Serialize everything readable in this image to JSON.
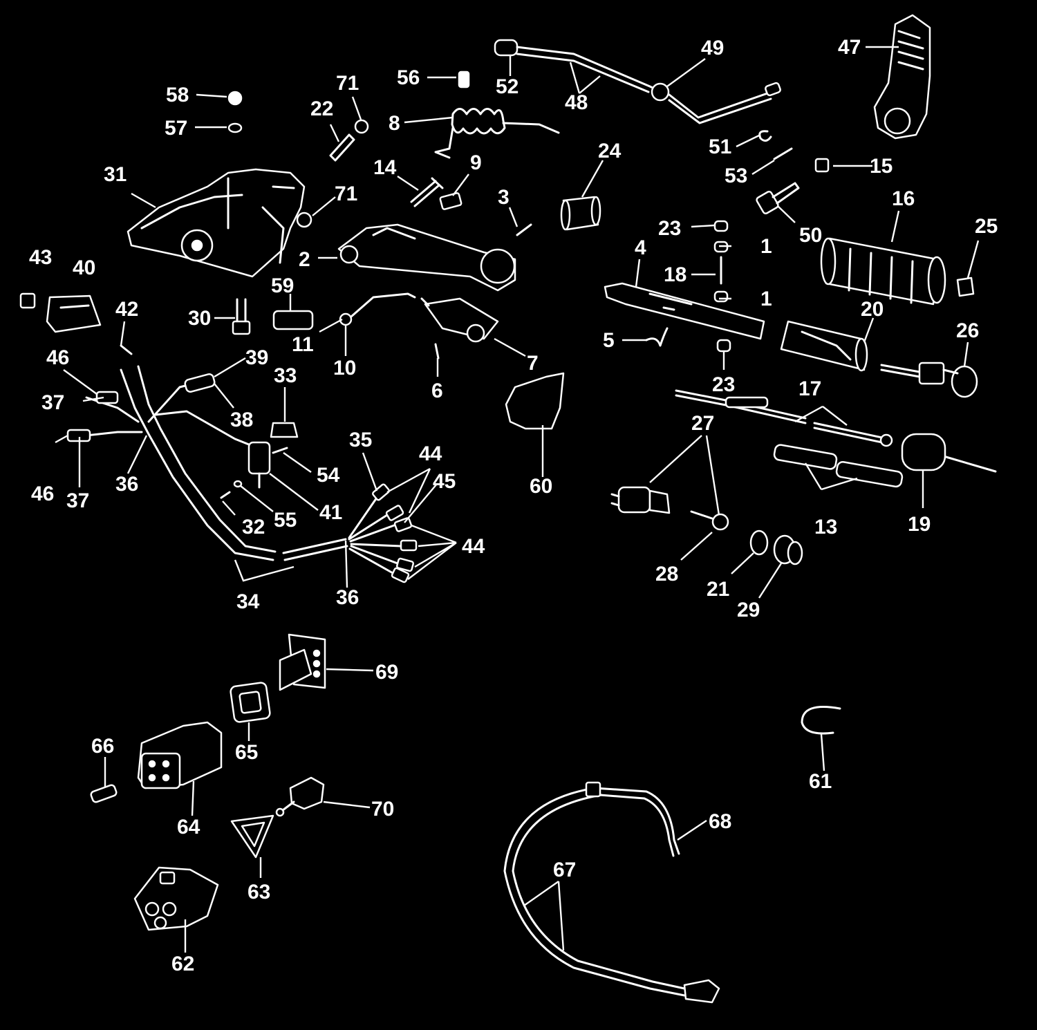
{
  "diagram": {
    "background": "#000000",
    "foreground": "#ffffff",
    "callouts": [
      "1",
      "1",
      "2",
      "3",
      "4",
      "5",
      "6",
      "7",
      "8",
      "9",
      "10",
      "11",
      "13",
      "14",
      "15",
      "16",
      "17",
      "18",
      "19",
      "20",
      "21",
      "22",
      "23",
      "23",
      "24",
      "25",
      "26",
      "27",
      "28",
      "29",
      "30",
      "31",
      "32",
      "33",
      "34",
      "35",
      "36",
      "36",
      "37",
      "37",
      "38",
      "39",
      "40",
      "41",
      "42",
      "43",
      "44",
      "44",
      "45",
      "46",
      "46",
      "47",
      "48",
      "49",
      "50",
      "51",
      "52",
      "53",
      "54",
      "55",
      "56",
      "57",
      "58",
      "59",
      "60",
      "61",
      "62",
      "63",
      "64",
      "65",
      "66",
      "67",
      "68",
      "69",
      "70",
      "71",
      "71"
    ]
  }
}
